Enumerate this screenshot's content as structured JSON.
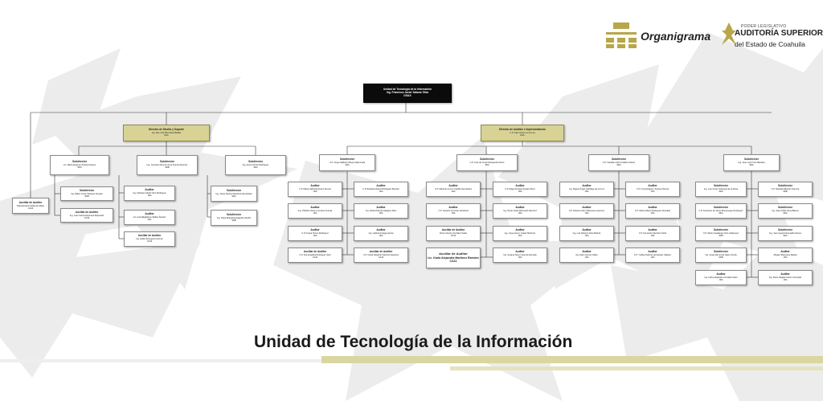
{
  "header": {
    "title": "Organigrama",
    "logo": {
      "line1": "PODER LEGISLATIVO",
      "line2": "AUDITORÍA SUPERIOR",
      "line3": "del Estado de Coahuila"
    }
  },
  "footer": {
    "title": "Unidad de Tecnología de la Información"
  },
  "colors": {
    "director_fill": "#d8d394",
    "top_fill": "#0b0b0b",
    "band": "#d9d6a2",
    "logo_gold": "#b8a64a"
  },
  "org": {
    "top": {
      "title": "Unidad de Tecnología de la Información",
      "name": "Ing. Francisco Javier Salazar Silva",
      "code": "DGAX"
    },
    "dir1": {
      "title": "Director de Diseño y Soporte",
      "name": "Ing. Dan Joel Menchaca Badillo",
      "code": "DAA"
    },
    "dir2": {
      "title": "Director de Análisis e Implementación",
      "name": "C.P. Julio César Lerma Lira",
      "code": "DAA"
    },
    "aux_left": {
      "title": "Auxiliar de Auditor",
      "name": "María Estela Cárdenas Mejía",
      "code": "CA14"
    },
    "sub_a": {
      "title": "Subdirector",
      "name": "Lic. María Eugenia Jiménez Reyes",
      "code": "SDA"
    },
    "sub_b": {
      "title": "Subdirector",
      "name": "Ing. Juventino Romeo de la Fuente Ramírez",
      "code": "SDB"
    },
    "sub_c": {
      "title": "Subdirector",
      "name": "Ing. Arturo Flores Rodríguez",
      "code": "SDA"
    },
    "sub_a_kids": [
      {
        "title": "Subdirector",
        "name": "Ing. Milton Omar Vázquez Frausto",
        "code": "SDB"
      },
      {
        "title": "Auxiliar de Auditor",
        "name": "Ing. Juan Carlos Espinosa Mojonado",
        "code": "CA14"
      }
    ],
    "sub_b_kids": [
      {
        "title": "Auditor",
        "name": "Ing. Fabiola Lizbeth Ortiz Rodríguez",
        "code": "JDA"
      },
      {
        "title": "Auditor",
        "name": "Lic. Ana Magdalena Valdés Álvarez",
        "code": "JDC"
      },
      {
        "title": "Auxiliar de Auditor",
        "name": "Ing. Hilda Peringuirra Gómez",
        "code": "CA14"
      }
    ],
    "sub_c_kids": [
      {
        "title": "Subdirector",
        "name": "Ing. Jesús Santos Mendoza Hernández",
        "code": "SDA"
      },
      {
        "title": "Subdirector",
        "name": "Ing. Silvia Margarita Alejandro Muñiz",
        "code": "SDB"
      }
    ],
    "sub_d": {
      "title": "Subdirector",
      "name": "C.P. Jorge Adalberto Beyly Valenzuela",
      "code": "SDA"
    },
    "sub_e": {
      "title": "Subdirector",
      "name": "C.P. José de Jesús Mosqueda Flores",
      "code": "SDA"
    },
    "sub_f": {
      "title": "Subdirector",
      "name": "C.P. Claudia Lizeth Castillo Chávez",
      "code": "SDA"
    },
    "sub_g": {
      "title": "Subdirector",
      "name": "Ing. Juan José Cruz Bautista",
      "code": "SDA"
    },
    "sub_d_left": [
      {
        "title": "Auditor",
        "name": "C.P. María Gabriela Quiroz Nuncio",
        "code": "JDA"
      },
      {
        "title": "Auditor",
        "name": "Ing. Obdulio Ulises Lucerano Anicula",
        "code": "JDA"
      },
      {
        "title": "Auditor",
        "name": "C.P. Karina Torres Rodríguez",
        "code": "JDA"
      },
      {
        "title": "Auxiliar de Auditor",
        "name": "C.P. Ana Angélica Rodríguez Soto",
        "code": "CA14"
      }
    ],
    "sub_d_right": [
      {
        "title": "Auditor",
        "name": "C.P. Eduardo Daniel Rodríguez Benítez",
        "code": "JDA"
      },
      {
        "title": "Auditor",
        "name": "Ing. Paola Patricia Gallegos Díaz",
        "code": "JDA"
      },
      {
        "title": "Auditor",
        "name": "Ing. Gabriel Arriaga García",
        "code": "JDA"
      },
      {
        "title": "Auxiliar de Auditor",
        "name": "C.P. César Eduardo Sánchez Esparza",
        "code": "CA14"
      }
    ],
    "sub_e_left": [
      {
        "title": "Auditor",
        "name": "C.P. María de la Luz Castillo Hernández",
        "code": "JDA"
      },
      {
        "title": "Auditor",
        "name": "C.P. Gerardo Guzmán Sandoval",
        "code": "JDA"
      },
      {
        "title": "Auxiliar de Auditor",
        "name": "Petra Yaneliy González Salas",
        "code": "CA12"
      },
      {
        "title": "Auxiliar de Auditor",
        "name": "Lic. Karla Alejandra Martínez Ramírez",
        "code": "CA11"
      }
    ],
    "sub_e_right": [
      {
        "title": "Auditor",
        "name": "C.P. Edgar Enrique Farías Pérez",
        "code": "JDA"
      },
      {
        "title": "Auditor",
        "name": "Ing. Óscar Azael Morcuedo Ramírez",
        "code": "JDA"
      },
      {
        "title": "Auditor",
        "name": "Ing. Jorge Arturo Juárez Martínez",
        "code": "JDA"
      },
      {
        "title": "Auditor",
        "name": "Ing. Susana Noemí García Zamudio",
        "code": "JDA"
      }
    ],
    "sub_f_left": [
      {
        "title": "Auditor",
        "name": "Ing. Miguel Ángel Castillejo de la Cruz",
        "code": "JDA"
      },
      {
        "title": "Auditor",
        "name": "C.P. Roberto Alan Villanueva Guerrero",
        "code": "JDA"
      },
      {
        "title": "Auditor",
        "name": "Ing. Luis Roberto Ríos Beltrán",
        "code": "JDA"
      },
      {
        "title": "Auditor",
        "name": "Ing. Dario Gómez Alfaro",
        "code": "JDA"
      }
    ],
    "sub_f_right": [
      {
        "title": "Auditor",
        "name": "C.P. Irving Raguez Jiménez Rivera",
        "code": "JDA"
      },
      {
        "title": "Auditor",
        "name": "C.P. Mario Alberto Rodríguez Alvarado",
        "code": "JDA"
      },
      {
        "title": "Auditor",
        "name": "C.P. Fernando Sánchez Peña",
        "code": "JDA"
      },
      {
        "title": "Auditor",
        "name": "C.P. Yudiley Dalizuo Hernández Valasco",
        "code": "JDA"
      }
    ],
    "sub_g_left": [
      {
        "title": "Subdirector",
        "name": "Ing. Luis Omar Lázaregui de la Rosa",
        "code": "SDA"
      },
      {
        "title": "Subdirector",
        "name": "C.P. Francisco de Jesús Montenegro Rodríguez",
        "code": "SDA"
      },
      {
        "title": "Subdirector",
        "name": "C.P. Mario Guadalupe Soto Velázquez",
        "code": "SDB"
      },
      {
        "title": "Subdirector",
        "name": "Ing. César Edmundo Sáenz Zurita",
        "code": "SDB"
      },
      {
        "title": "Auditor",
        "name": "Ing. Karla Alejandra González Nieto",
        "code": "JDA"
      }
    ],
    "sub_g_right": [
      {
        "title": "Subdirector",
        "name": "C.P. Daniela Martínez Zamora",
        "code": "SDB"
      },
      {
        "title": "Subdirector",
        "name": "Ing. Juan Pablo Sena Blanco",
        "code": "SDA"
      },
      {
        "title": "Subdirector",
        "name": "Ing. Juan Ignacio Reynaldo Alonso",
        "code": "SDA"
      },
      {
        "title": "Auditor",
        "name": "Abigail Villanueva Zaleda",
        "code": "JDA"
      },
      {
        "title": "Auditor",
        "name": "Ing. Dulce Abigail Castro Coronado",
        "code": "JDA"
      }
    ]
  }
}
